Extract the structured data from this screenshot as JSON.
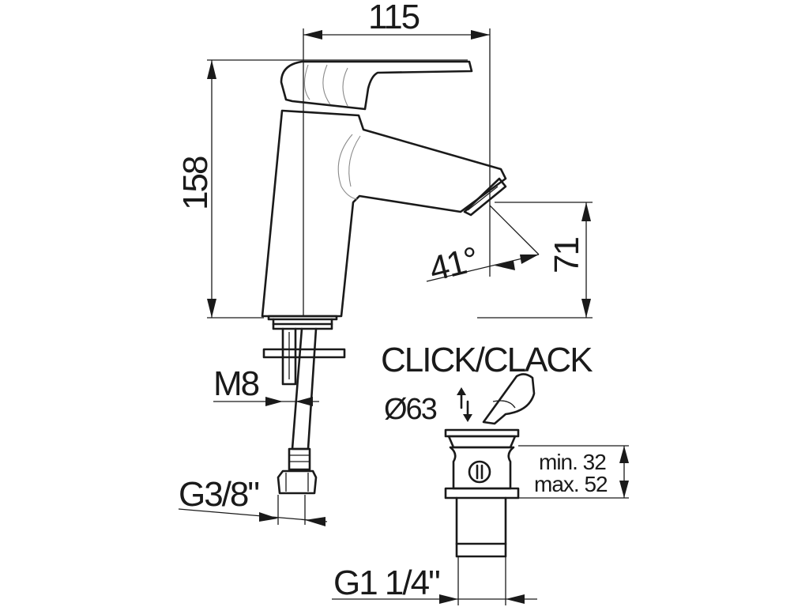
{
  "dimensions": {
    "width": "115",
    "height": "158",
    "spout_height": "71",
    "spout_angle": "41°",
    "thread_rod": "M8",
    "hose_connection": "G3/8\"",
    "waste_thread": "G1 1/4\"",
    "waste_diameter": "Ø63",
    "waste_min": "min. 32",
    "waste_max": "max. 52"
  },
  "labels": {
    "waste_type": "CLICK/CLACK"
  }
}
